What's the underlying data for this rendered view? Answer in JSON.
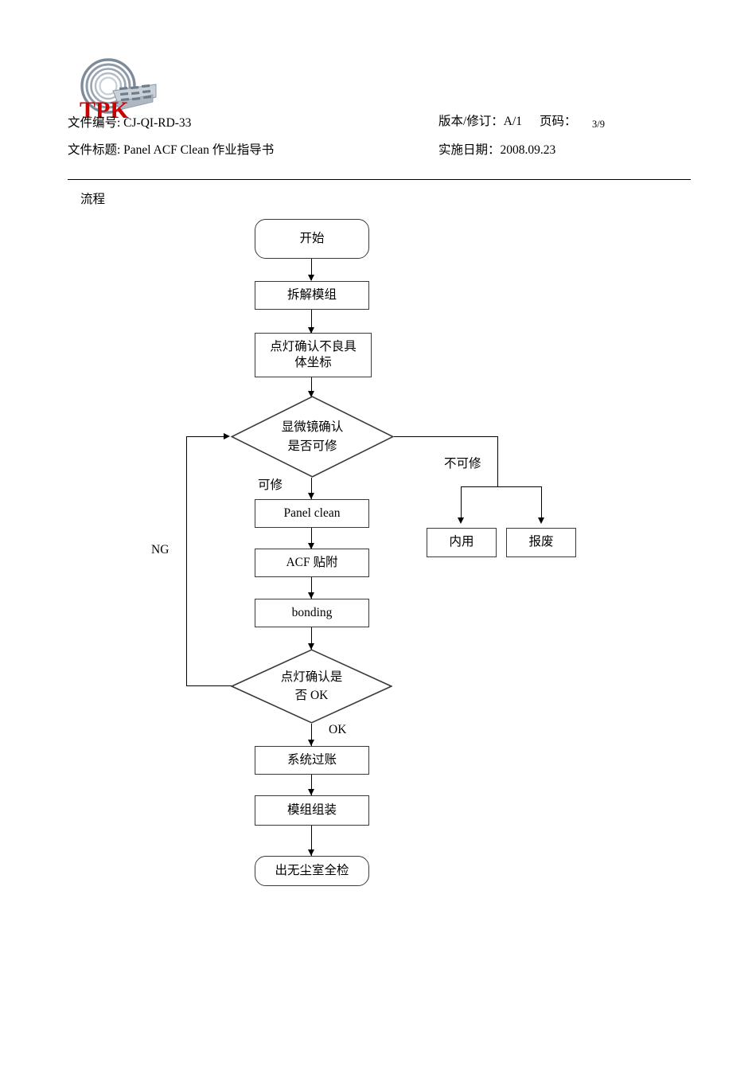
{
  "document": {
    "logo_text": "TPK",
    "section_label": "流程",
    "header": {
      "doc_number": "文件编号: CJ-QI-RD-33",
      "doc_title": "文件标题: Panel ACF Clean  作业指导书",
      "revision": "版本/修订：A/1",
      "page_label": "页码：",
      "page_value": "3/9",
      "effective_date": "实施日期：2008.09.23"
    }
  },
  "flowchart": {
    "nodes": {
      "start": "开始",
      "disassemble": "拆解模组",
      "lightup_coord": "点灯确认不良具\n体坐标",
      "decision_repairable_line1": "显微镜确认",
      "decision_repairable_line2": "是否可修",
      "panel_clean": "Panel clean",
      "acf_attach": "ACF 贴附",
      "bonding": "bonding",
      "decision_ok_line1": "点灯确认是",
      "decision_ok_line2": "否 OK",
      "system_posting": "系统过账",
      "module_assembly": "模组组装",
      "cleanroom_exit": "出无尘室全检",
      "internal_use": "内用",
      "scrap": "报废"
    },
    "edge_labels": {
      "repairable": "可修",
      "not_repairable": "不可修",
      "ng": "NG",
      "ok": "OK"
    }
  }
}
